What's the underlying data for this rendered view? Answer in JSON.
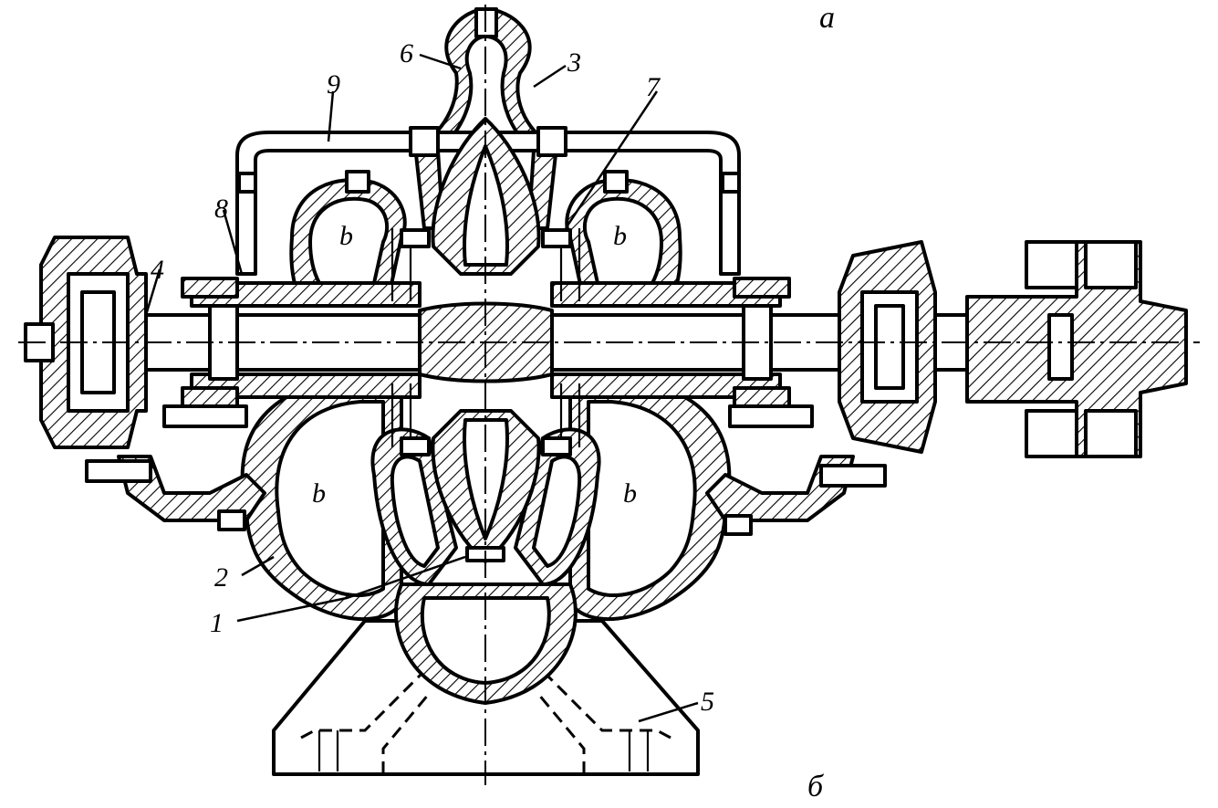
{
  "figure": {
    "view_labels": {
      "top": "a",
      "bottom": "б"
    },
    "part_labels": [
      {
        "id": "p1",
        "text": "1"
      },
      {
        "id": "p2",
        "text": "2"
      },
      {
        "id": "p3",
        "text": "3"
      },
      {
        "id": "p4",
        "text": "4"
      },
      {
        "id": "p5",
        "text": "5"
      },
      {
        "id": "p6",
        "text": "6"
      },
      {
        "id": "p7",
        "text": "7"
      },
      {
        "id": "p8",
        "text": "8"
      },
      {
        "id": "p9",
        "text": "9"
      }
    ],
    "chamber_label": "b"
  }
}
